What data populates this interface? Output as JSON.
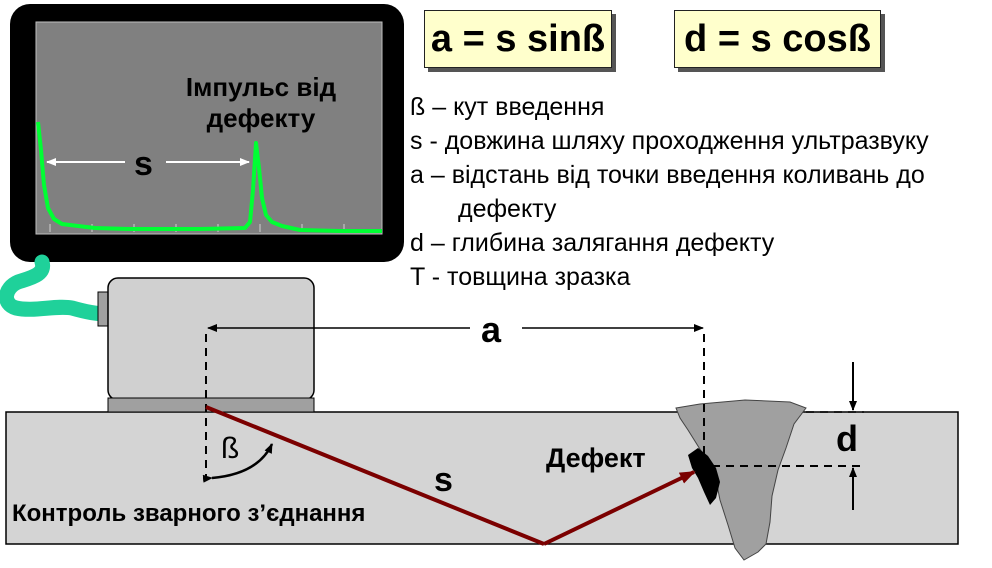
{
  "formulas": {
    "a": "a = s sinß",
    "d": "d = s cosß"
  },
  "legend": [
    "ß – кут введення",
    "s - довжина шляху проходження ультразвуку",
    "a – відстань від точки введення коливань до",
    "дефекту",
    "d – глибина залягання дефекту",
    "T - товщина зразка"
  ],
  "labels": {
    "pulse_line1": "Імпульс від",
    "pulse_line2": "дефекту",
    "s_screen": "s",
    "a": "a",
    "s_beam": "s",
    "beta": "ß",
    "defect": "Дефект",
    "d": "d",
    "control": "Контроль зварного з’єднання"
  },
  "colors": {
    "screen_frame": "#000000",
    "screen_bg": "#808080",
    "signal": "#00ff33",
    "cable": "#1fd19a",
    "specimen": "#d4d4d4",
    "probe": "#d0d0d0",
    "beam": "#7b0000",
    "weld": "#a0a0a0",
    "formula_bg": "#ffffcc"
  }
}
